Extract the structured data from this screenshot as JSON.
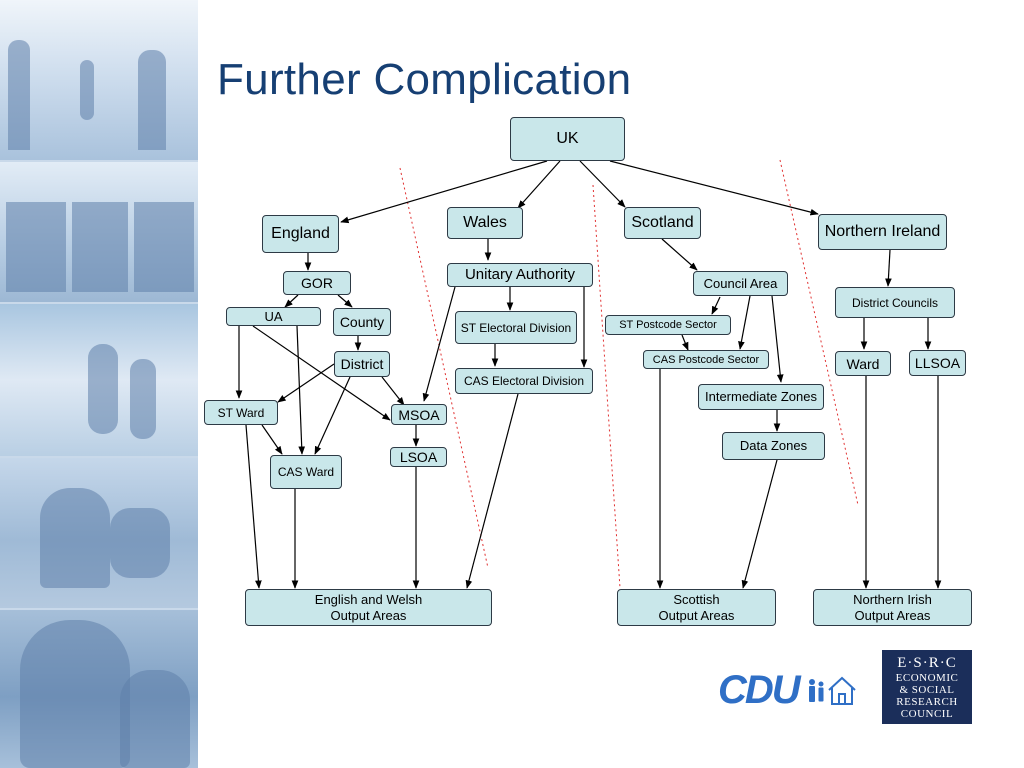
{
  "slide": {
    "title": "Further Complication"
  },
  "diagram": {
    "nodes": {
      "uk": "UK",
      "england": "England",
      "wales": "Wales",
      "scotland": "Scotland",
      "northern_ireland": "Northern Ireland",
      "gor": "GOR",
      "ua": "UA",
      "county": "County",
      "district": "District",
      "st_ward": "ST Ward",
      "cas_ward": "CAS Ward",
      "msoa": "MSOA",
      "lsoa": "LSOA",
      "unitary_authority": "Unitary Authority",
      "st_electoral_division": "ST Electoral Division",
      "cas_electoral_division": "CAS Electoral Division",
      "council_area": "Council Area",
      "st_postcode_sector": "ST Postcode Sector",
      "cas_postcode_sector": "CAS Postcode Sector",
      "intermediate_zones": "Intermediate Zones",
      "data_zones": "Data Zones",
      "district_councils": "District Councils",
      "ni_ward": "Ward",
      "llsoa": "LLSOA",
      "english_welsh_oa_line1": "English and Welsh",
      "english_welsh_oa_line2": "Output Areas",
      "scottish_oa_line1": "Scottish",
      "scottish_oa_line2": "Output Areas",
      "ni_oa_line1": "Northern Irish",
      "ni_oa_line2": "Output Areas"
    },
    "edge_color": "#000000",
    "divider_color": "#e03030",
    "node_fill": "#c9e7ea"
  },
  "logos": {
    "cdu": "CDU",
    "esrc_top": "E·S·R·C",
    "esrc_line1": "ECONOMIC",
    "esrc_line2": "& SOCIAL",
    "esrc_line3": "RESEARCH",
    "esrc_line4": "COUNCIL"
  },
  "colors": {
    "title": "#163f73",
    "sidebar": "#c9d9ea",
    "cdu_blue": "#2f6fc6",
    "esrc_navy": "#1b2e5a"
  }
}
